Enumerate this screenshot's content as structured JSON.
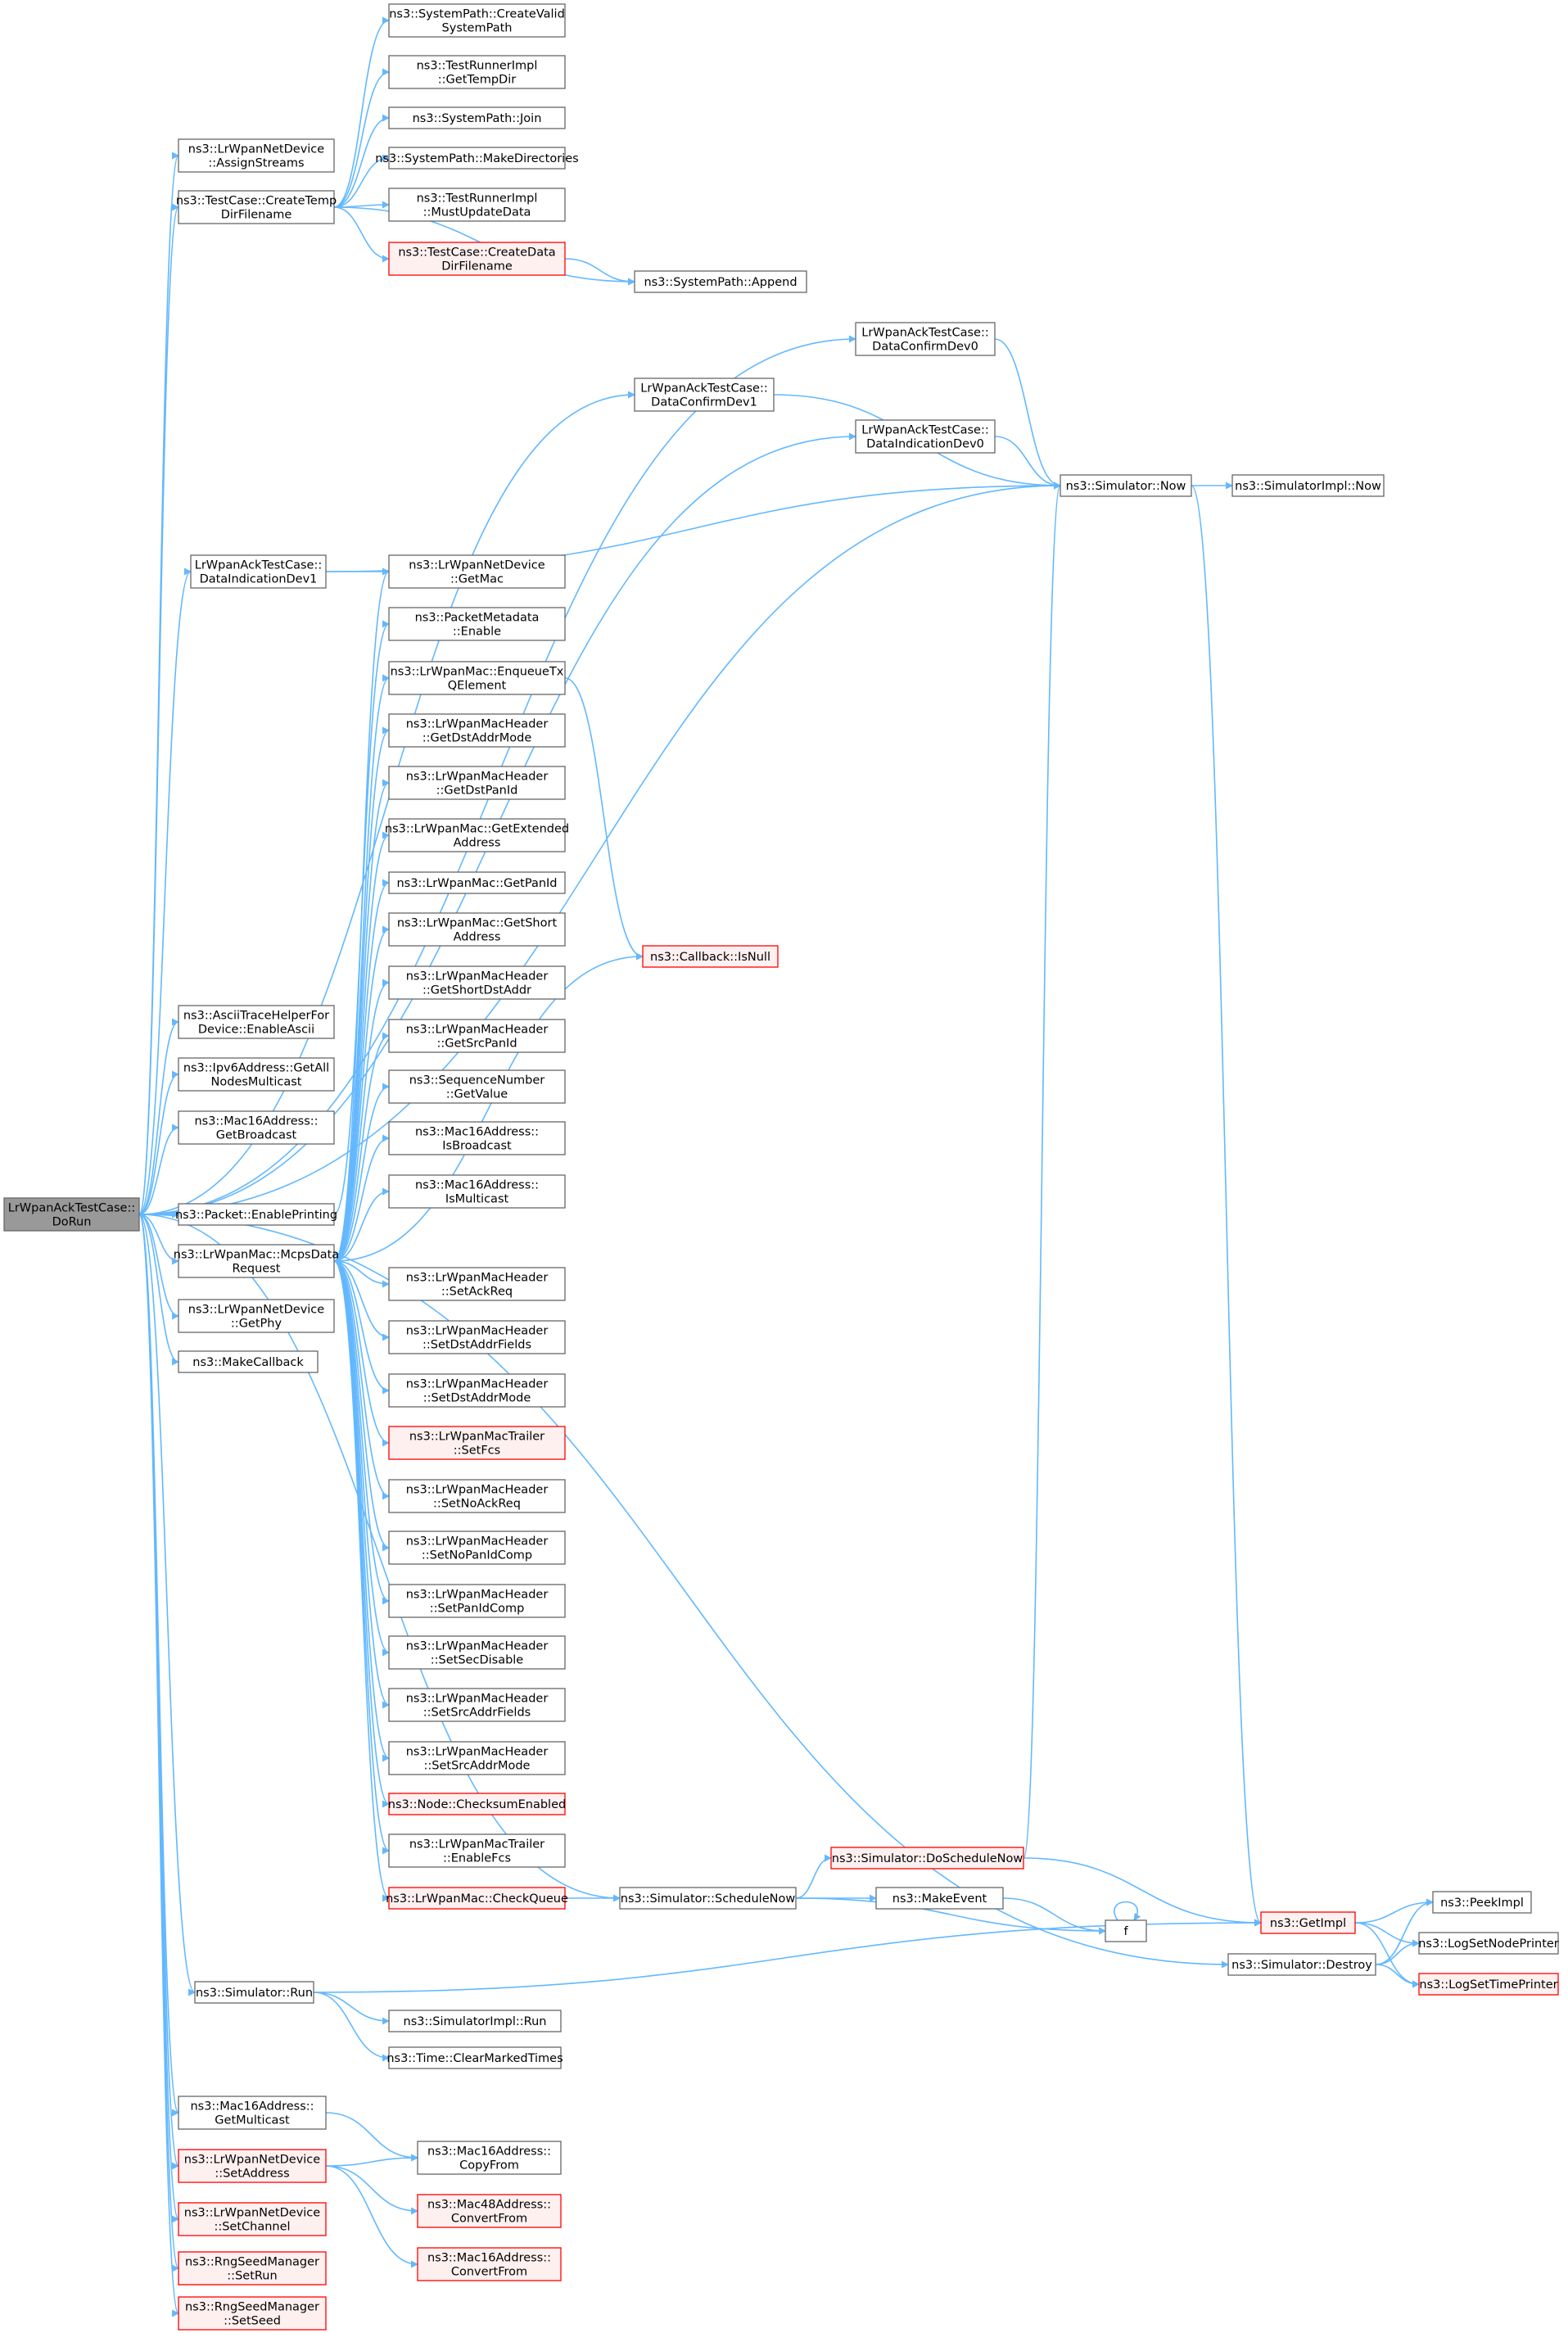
{
  "colors": {
    "edge": "#63b8ff",
    "node_border": "#666666",
    "node_fill": "#ffffff",
    "root_fill": "#999999",
    "root_border": "#666666",
    "truncated_border": "#ff0000",
    "truncated_fill": "#fff0f0",
    "text": "#000000"
  },
  "nodes": {
    "doRun": {
      "lines": [
        "LrWpanAckTestCase::",
        "DoRun"
      ],
      "style": "root"
    },
    "assignStreams": {
      "lines": [
        "ns3::LrWpanNetDevice",
        "::AssignStreams"
      ],
      "style": "normal"
    },
    "createTempDir": {
      "lines": [
        "ns3::TestCase::CreateTemp",
        "DirFilename"
      ],
      "style": "normal"
    },
    "createValidSystemPath": {
      "lines": [
        "ns3::SystemPath::CreateValid",
        "SystemPath"
      ],
      "style": "normal"
    },
    "getTempDir": {
      "lines": [
        "ns3::TestRunnerImpl",
        "::GetTempDir"
      ],
      "style": "normal"
    },
    "join": {
      "lines": [
        "ns3::SystemPath::Join"
      ],
      "style": "normal"
    },
    "makeDirectories": {
      "lines": [
        "ns3::SystemPath::MakeDirectories"
      ],
      "style": "normal"
    },
    "mustUpdateData": {
      "lines": [
        "ns3::TestRunnerImpl",
        "::MustUpdateData"
      ],
      "style": "normal"
    },
    "createDataDir": {
      "lines": [
        "ns3::TestCase::CreateData",
        "DirFilename"
      ],
      "style": "truncated"
    },
    "append": {
      "lines": [
        "ns3::SystemPath::Append"
      ],
      "style": "normal"
    },
    "dataConfirmDev0": {
      "lines": [
        "LrWpanAckTestCase::",
        "DataConfirmDev0"
      ],
      "style": "normal"
    },
    "dataConfirmDev1": {
      "lines": [
        "LrWpanAckTestCase::",
        "DataConfirmDev1"
      ],
      "style": "normal"
    },
    "dataIndicationDev0": {
      "lines": [
        "LrWpanAckTestCase::",
        "DataIndicationDev0"
      ],
      "style": "normal"
    },
    "simNow": {
      "lines": [
        "ns3::Simulator::Now"
      ],
      "style": "normal"
    },
    "simImplNow": {
      "lines": [
        "ns3::SimulatorImpl::Now"
      ],
      "style": "normal"
    },
    "dataIndicationDev1": {
      "lines": [
        "LrWpanAckTestCase::",
        "DataIndicationDev1"
      ],
      "style": "normal"
    },
    "getMac": {
      "lines": [
        "ns3::LrWpanNetDevice",
        "::GetMac"
      ],
      "style": "normal"
    },
    "pmEnable": {
      "lines": [
        "ns3::PacketMetadata",
        "::Enable"
      ],
      "style": "normal"
    },
    "enqueueTx": {
      "lines": [
        "ns3::LrWpanMac::EnqueueTx",
        "QElement"
      ],
      "style": "normal"
    },
    "getDstAddrMode": {
      "lines": [
        "ns3::LrWpanMacHeader",
        "::GetDstAddrMode"
      ],
      "style": "normal"
    },
    "getDstPanId": {
      "lines": [
        "ns3::LrWpanMacHeader",
        "::GetDstPanId"
      ],
      "style": "normal"
    },
    "getExtendedAddress": {
      "lines": [
        "ns3::LrWpanMac::GetExtended",
        "Address"
      ],
      "style": "normal"
    },
    "getPanId": {
      "lines": [
        "ns3::LrWpanMac::GetPanId"
      ],
      "style": "normal"
    },
    "getShortAddress": {
      "lines": [
        "ns3::LrWpanMac::GetShort",
        "Address"
      ],
      "style": "normal"
    },
    "isNull": {
      "lines": [
        "ns3::Callback::IsNull"
      ],
      "style": "truncated"
    },
    "getShortDstAddr": {
      "lines": [
        "ns3::LrWpanMacHeader",
        "::GetShortDstAddr"
      ],
      "style": "normal"
    },
    "getSrcPanId": {
      "lines": [
        "ns3::LrWpanMacHeader",
        "::GetSrcPanId"
      ],
      "style": "normal"
    },
    "seqGetValue": {
      "lines": [
        "ns3::SequenceNumber",
        "::GetValue"
      ],
      "style": "normal"
    },
    "isBroadcast": {
      "lines": [
        "ns3::Mac16Address::",
        "IsBroadcast"
      ],
      "style": "normal"
    },
    "isMulticast": {
      "lines": [
        "ns3::Mac16Address::",
        "IsMulticast"
      ],
      "style": "normal"
    },
    "enableAscii": {
      "lines": [
        "ns3::AsciiTraceHelperFor",
        "Device::EnableAscii"
      ],
      "style": "normal"
    },
    "getAllNodesMulticast": {
      "lines": [
        "ns3::Ipv6Address::GetAll",
        "NodesMulticast"
      ],
      "style": "normal"
    },
    "getBroadcast": {
      "lines": [
        "ns3::Mac16Address::",
        "GetBroadcast"
      ],
      "style": "normal"
    },
    "enablePrinting": {
      "lines": [
        "ns3::Packet::EnablePrinting"
      ],
      "style": "normal"
    },
    "mcpsDataRequest": {
      "lines": [
        "ns3::LrWpanMac::McpsData",
        "Request"
      ],
      "style": "normal"
    },
    "getPhy": {
      "lines": [
        "ns3::LrWpanNetDevice",
        "::GetPhy"
      ],
      "style": "normal"
    },
    "makeCallback": {
      "lines": [
        "ns3::MakeCallback"
      ],
      "style": "normal"
    },
    "setAckReq": {
      "lines": [
        "ns3::LrWpanMacHeader",
        "::SetAckReq"
      ],
      "style": "normal"
    },
    "setDstAddrFields": {
      "lines": [
        "ns3::LrWpanMacHeader",
        "::SetDstAddrFields"
      ],
      "style": "normal"
    },
    "setDstAddrMode": {
      "lines": [
        "ns3::LrWpanMacHeader",
        "::SetDstAddrMode"
      ],
      "style": "normal"
    },
    "setFcs": {
      "lines": [
        "ns3::LrWpanMacTrailer",
        "::SetFcs"
      ],
      "style": "truncated"
    },
    "setNoAckReq": {
      "lines": [
        "ns3::LrWpanMacHeader",
        "::SetNoAckReq"
      ],
      "style": "normal"
    },
    "setNoPanIdComp": {
      "lines": [
        "ns3::LrWpanMacHeader",
        "::SetNoPanIdComp"
      ],
      "style": "normal"
    },
    "setPanIdComp": {
      "lines": [
        "ns3::LrWpanMacHeader",
        "::SetPanIdComp"
      ],
      "style": "normal"
    },
    "setSecDisable": {
      "lines": [
        "ns3::LrWpanMacHeader",
        "::SetSecDisable"
      ],
      "style": "normal"
    },
    "setSrcAddrFields": {
      "lines": [
        "ns3::LrWpanMacHeader",
        "::SetSrcAddrFields"
      ],
      "style": "normal"
    },
    "setSrcAddrMode": {
      "lines": [
        "ns3::LrWpanMacHeader",
        "::SetSrcAddrMode"
      ],
      "style": "normal"
    },
    "checksumEnabled": {
      "lines": [
        "ns3::Node::ChecksumEnabled"
      ],
      "style": "truncated"
    },
    "enableFcs": {
      "lines": [
        "ns3::LrWpanMacTrailer",
        "::EnableFcs"
      ],
      "style": "normal"
    },
    "doScheduleNow": {
      "lines": [
        "ns3::Simulator::DoScheduleNow"
      ],
      "style": "truncated"
    },
    "checkQueue": {
      "lines": [
        "ns3::LrWpanMac::CheckQueue"
      ],
      "style": "truncated"
    },
    "scheduleNow": {
      "lines": [
        "ns3::Simulator::ScheduleNow"
      ],
      "style": "normal"
    },
    "makeEvent": {
      "lines": [
        "ns3::MakeEvent"
      ],
      "style": "normal"
    },
    "f": {
      "lines": [
        "f"
      ],
      "style": "normal"
    },
    "getImpl": {
      "lines": [
        "ns3::GetImpl"
      ],
      "style": "truncated"
    },
    "peekImpl": {
      "lines": [
        "ns3::PeekImpl"
      ],
      "style": "normal"
    },
    "simDestroy": {
      "lines": [
        "ns3::Simulator::Destroy"
      ],
      "style": "normal"
    },
    "logSetNodePrinter": {
      "lines": [
        "ns3::LogSetNodePrinter"
      ],
      "style": "normal"
    },
    "logSetTimePrinter": {
      "lines": [
        "ns3::LogSetTimePrinter"
      ],
      "style": "truncated"
    },
    "simRun": {
      "lines": [
        "ns3::Simulator::Run"
      ],
      "style": "normal"
    },
    "simImplRun": {
      "lines": [
        "ns3::SimulatorImpl::Run"
      ],
      "style": "normal"
    },
    "clearMarkedTimes": {
      "lines": [
        "ns3::Time::ClearMarkedTimes"
      ],
      "style": "normal"
    },
    "getMulticast": {
      "lines": [
        "ns3::Mac16Address::",
        "GetMulticast"
      ],
      "style": "normal"
    },
    "setAddress": {
      "lines": [
        "ns3::LrWpanNetDevice",
        "::SetAddress"
      ],
      "style": "truncated"
    },
    "copyFrom": {
      "lines": [
        "ns3::Mac16Address::",
        "CopyFrom"
      ],
      "style": "normal"
    },
    "mac48ConvertFrom": {
      "lines": [
        "ns3::Mac48Address::",
        "ConvertFrom"
      ],
      "style": "truncated"
    },
    "mac16ConvertFrom": {
      "lines": [
        "ns3::Mac16Address::",
        "ConvertFrom"
      ],
      "style": "truncated"
    },
    "setChannel": {
      "lines": [
        "ns3::LrWpanNetDevice",
        "::SetChannel"
      ],
      "style": "truncated"
    },
    "setRun": {
      "lines": [
        "ns3::RngSeedManager",
        "::SetRun"
      ],
      "style": "truncated"
    },
    "setSeed": {
      "lines": [
        "ns3::RngSeedManager",
        "::SetSeed"
      ],
      "style": "truncated"
    }
  },
  "edges": [
    [
      "doRun",
      "assignStreams"
    ],
    [
      "doRun",
      "createTempDir"
    ],
    [
      "doRun",
      "dataConfirmDev0"
    ],
    [
      "doRun",
      "dataConfirmDev1"
    ],
    [
      "doRun",
      "dataIndicationDev0"
    ],
    [
      "doRun",
      "simNow"
    ],
    [
      "doRun",
      "dataIndicationDev1"
    ],
    [
      "doRun",
      "enableAscii"
    ],
    [
      "doRun",
      "getAllNodesMulticast"
    ],
    [
      "doRun",
      "getBroadcast"
    ],
    [
      "doRun",
      "enablePrinting"
    ],
    [
      "doRun",
      "mcpsDataRequest"
    ],
    [
      "doRun",
      "getPhy"
    ],
    [
      "doRun",
      "makeCallback"
    ],
    [
      "doRun",
      "scheduleNow"
    ],
    [
      "doRun",
      "simDestroy"
    ],
    [
      "doRun",
      "simRun"
    ],
    [
      "doRun",
      "getMulticast"
    ],
    [
      "doRun",
      "setAddress"
    ],
    [
      "doRun",
      "setChannel"
    ],
    [
      "doRun",
      "setRun"
    ],
    [
      "doRun",
      "setSeed"
    ],
    [
      "createTempDir",
      "createValidSystemPath"
    ],
    [
      "createTempDir",
      "getTempDir"
    ],
    [
      "createTempDir",
      "join"
    ],
    [
      "createTempDir",
      "makeDirectories"
    ],
    [
      "createTempDir",
      "mustUpdateData"
    ],
    [
      "createTempDir",
      "createDataDir"
    ],
    [
      "createTempDir",
      "append"
    ],
    [
      "createDataDir",
      "append"
    ],
    [
      "dataConfirmDev0",
      "simNow"
    ],
    [
      "dataConfirmDev1",
      "simNow"
    ],
    [
      "dataIndicationDev0",
      "simNow"
    ],
    [
      "dataIndicationDev1",
      "simNow"
    ],
    [
      "dataIndicationDev1",
      "getMac"
    ],
    [
      "simNow",
      "simImplNow"
    ],
    [
      "simNow",
      "getImpl"
    ],
    [
      "enqueueTx",
      "isNull"
    ],
    [
      "enablePrinting",
      "pmEnable"
    ],
    [
      "mcpsDataRequest",
      "getMac"
    ],
    [
      "mcpsDataRequest",
      "enqueueTx"
    ],
    [
      "mcpsDataRequest",
      "getDstAddrMode"
    ],
    [
      "mcpsDataRequest",
      "getDstPanId"
    ],
    [
      "mcpsDataRequest",
      "getExtendedAddress"
    ],
    [
      "mcpsDataRequest",
      "getPanId"
    ],
    [
      "mcpsDataRequest",
      "getShortAddress"
    ],
    [
      "mcpsDataRequest",
      "getShortDstAddr"
    ],
    [
      "mcpsDataRequest",
      "getSrcPanId"
    ],
    [
      "mcpsDataRequest",
      "seqGetValue"
    ],
    [
      "mcpsDataRequest",
      "isBroadcast"
    ],
    [
      "mcpsDataRequest",
      "isMulticast"
    ],
    [
      "mcpsDataRequest",
      "isNull"
    ],
    [
      "mcpsDataRequest",
      "setAckReq"
    ],
    [
      "mcpsDataRequest",
      "setDstAddrFields"
    ],
    [
      "mcpsDataRequest",
      "setDstAddrMode"
    ],
    [
      "mcpsDataRequest",
      "setFcs"
    ],
    [
      "mcpsDataRequest",
      "setNoAckReq"
    ],
    [
      "mcpsDataRequest",
      "setNoPanIdComp"
    ],
    [
      "mcpsDataRequest",
      "setPanIdComp"
    ],
    [
      "mcpsDataRequest",
      "setSecDisable"
    ],
    [
      "mcpsDataRequest",
      "setSrcAddrFields"
    ],
    [
      "mcpsDataRequest",
      "setSrcAddrMode"
    ],
    [
      "mcpsDataRequest",
      "checksumEnabled"
    ],
    [
      "mcpsDataRequest",
      "enableFcs"
    ],
    [
      "mcpsDataRequest",
      "checkQueue"
    ],
    [
      "checkQueue",
      "scheduleNow"
    ],
    [
      "scheduleNow",
      "doScheduleNow"
    ],
    [
      "scheduleNow",
      "makeEvent"
    ],
    [
      "scheduleNow",
      "f"
    ],
    [
      "doScheduleNow",
      "simNow"
    ],
    [
      "doScheduleNow",
      "getImpl"
    ],
    [
      "makeEvent",
      "f"
    ],
    [
      "f",
      "f"
    ],
    [
      "getImpl",
      "peekImpl"
    ],
    [
      "getImpl",
      "logSetNodePrinter"
    ],
    [
      "getImpl",
      "logSetTimePrinter"
    ],
    [
      "simDestroy",
      "peekImpl"
    ],
    [
      "simDestroy",
      "logSetNodePrinter"
    ],
    [
      "simDestroy",
      "logSetTimePrinter"
    ],
    [
      "simRun",
      "getImpl"
    ],
    [
      "simRun",
      "simImplRun"
    ],
    [
      "simRun",
      "clearMarkedTimes"
    ],
    [
      "getMulticast",
      "copyFrom"
    ],
    [
      "setAddress",
      "copyFrom"
    ],
    [
      "setAddress",
      "mac48ConvertFrom"
    ],
    [
      "setAddress",
      "mac16ConvertFrom"
    ]
  ]
}
